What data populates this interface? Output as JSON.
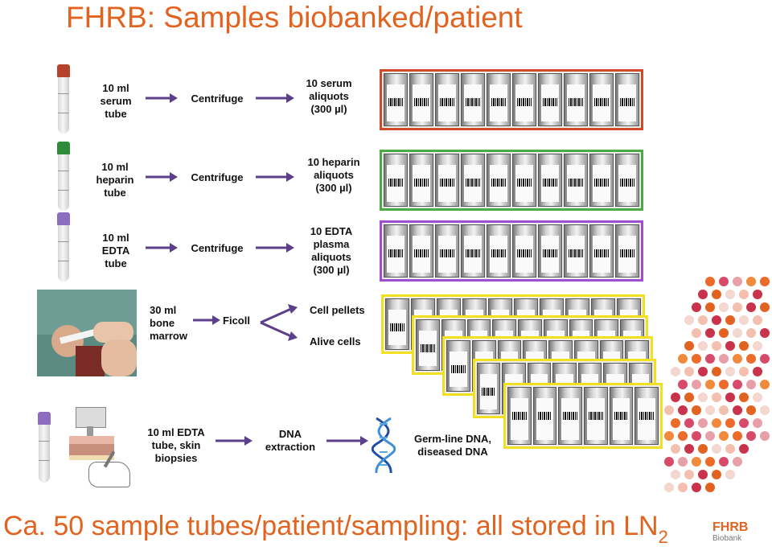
{
  "title": "FHRB: Samples biobanked/patient",
  "footer": {
    "text": "Ca. 50 sample tubes/patient/sampling: all stored in LN",
    "subscript": "2"
  },
  "logo": {
    "name": "FHRB",
    "sub": "Biobank"
  },
  "rows": [
    {
      "source": "10 ml\nserum\ntube",
      "process": "Centrifuge",
      "result": "10 serum\naliquots\n(300 µl)",
      "cap_color": "#b5432b",
      "border_color": "#d04a2a"
    },
    {
      "source": "10 ml\nheparin\ntube",
      "process": "Centrifuge",
      "result": "10 heparin\naliquots\n(300 µl)",
      "cap_color": "#2e8b3a",
      "border_color": "#4caa44"
    },
    {
      "source": "10 ml\nEDTA\ntube",
      "process": "Centrifuge",
      "result": "10 EDTA\nplasma\naliquots\n(300 µl)",
      "cap_color": "#8e6cc0",
      "border_color": "#a04dd0"
    }
  ],
  "marrow": {
    "source": "30 ml\nbone\nmarrow",
    "process": "Ficoll",
    "result_top": "Cell pellets",
    "result_bottom": "Alive cells",
    "border_color": "#f0e020"
  },
  "dna": {
    "source": "10 ml EDTA\ntube, skin\nbiopsies",
    "process": "DNA\nextraction",
    "result": "Germ-line DNA,\ndiseased DNA"
  },
  "colors": {
    "accent": "#e2631f",
    "arrow": "#5b3f8a"
  }
}
